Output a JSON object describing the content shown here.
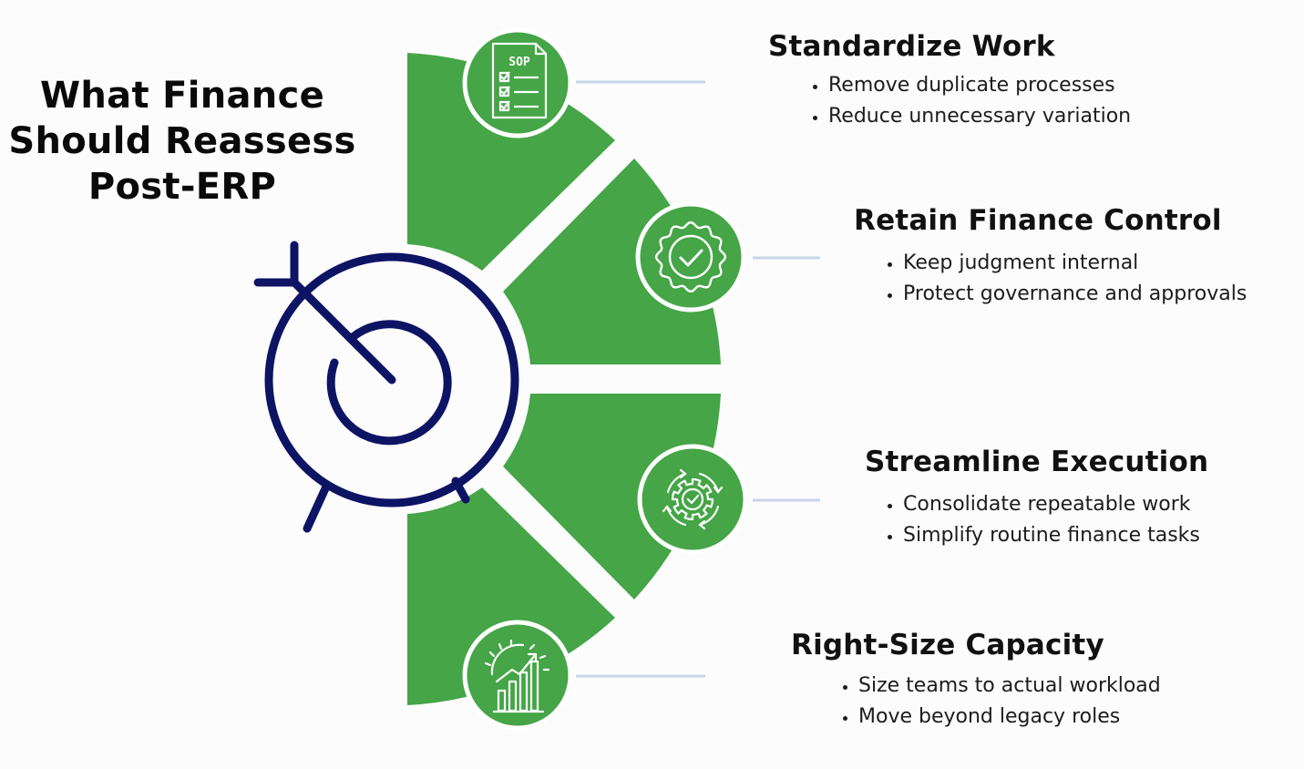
{
  "title_lines": [
    "What Finance",
    "Should Reassess",
    "Post-ERP"
  ],
  "colors": {
    "green": "#45a547",
    "navy": "#0d1464",
    "connector": "#c7d6e6",
    "text": "#111111"
  },
  "sections": [
    {
      "heading": "Standardize Work",
      "bullets": [
        "Remove duplicate processes",
        "Reduce unnecessary variation"
      ],
      "icon": "sop-checklist-icon"
    },
    {
      "heading": "Retain Finance Control",
      "bullets": [
        "Keep judgment internal",
        "Protect governance and approvals"
      ],
      "icon": "verified-badge-icon"
    },
    {
      "heading": "Streamline Execution",
      "bullets": [
        "Consolidate repeatable work",
        "Simplify routine finance tasks"
      ],
      "icon": "gear-cycle-icon"
    },
    {
      "heading": "Right-Size Capacity",
      "bullets": [
        "Size teams to actual workload",
        "Move beyond legacy roles"
      ],
      "icon": "growth-chart-gear-icon"
    }
  ],
  "sop_icon_label": "SOP",
  "center_icon": "target-icon"
}
